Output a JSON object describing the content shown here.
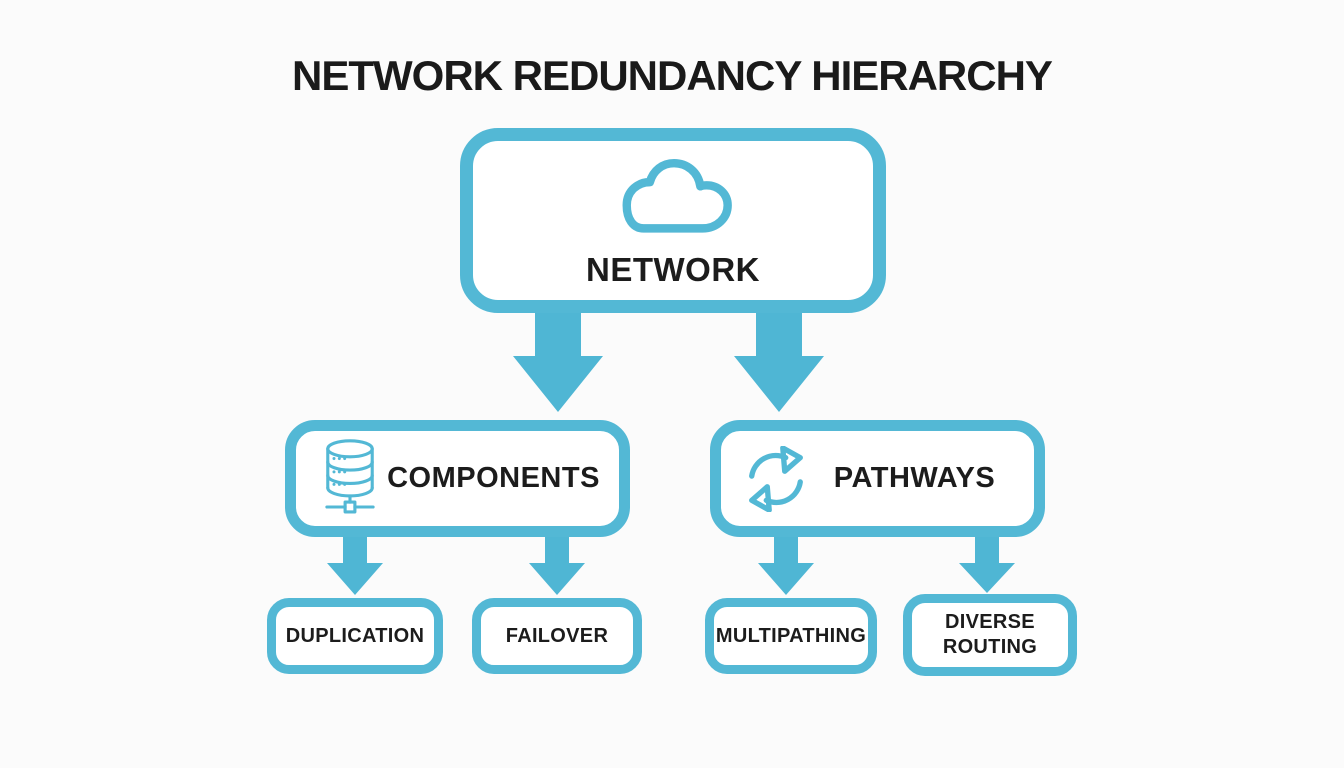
{
  "title": "NETWORK REDUNDANCY HIERARCHY",
  "colors": {
    "accent": "#53b8d5",
    "arrow": "#4fb6d4",
    "text": "#1c1c1c",
    "background": "#fbfbfb",
    "node_fill": "#ffffff"
  },
  "nodes": {
    "network": {
      "label": "NETWORK",
      "icon": "cloud-icon"
    },
    "components": {
      "label": "COMPONENTS",
      "icon": "database-icon"
    },
    "pathways": {
      "label": "PATHWAYS",
      "icon": "sync-icon"
    },
    "duplication": {
      "label": "DUPLICATION"
    },
    "failover": {
      "label": "FAILOVER"
    },
    "multipathing": {
      "label": "MULTIPATHING"
    },
    "diverse_routing": {
      "label": "DIVERSE ROUTING"
    }
  },
  "edges": [
    {
      "from": "network",
      "to": "components"
    },
    {
      "from": "network",
      "to": "pathways"
    },
    {
      "from": "components",
      "to": "duplication"
    },
    {
      "from": "components",
      "to": "failover"
    },
    {
      "from": "pathways",
      "to": "multipathing"
    },
    {
      "from": "pathways",
      "to": "diverse_routing"
    }
  ]
}
